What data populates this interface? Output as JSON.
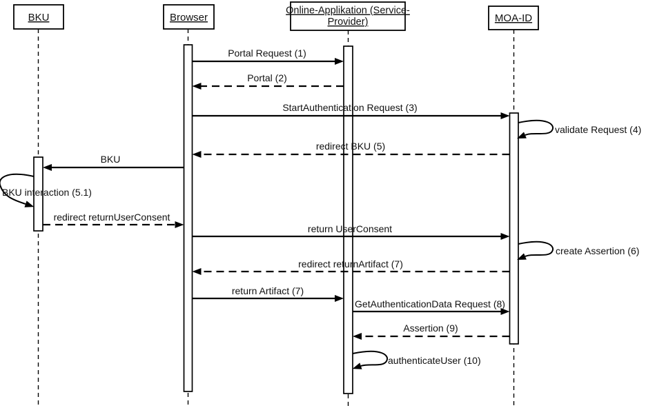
{
  "diagram": {
    "type": "UML sequence diagram",
    "actors": {
      "bku": {
        "name": "BKU"
      },
      "browser": {
        "name": "Browser"
      },
      "online_app": {
        "name": "Online-Applikation (Service-Provider)",
        "name_line1": "Online-Applikation (Service-",
        "name_line2": "Provider)"
      },
      "moa_id": {
        "name": "MOA-ID"
      }
    },
    "messages": {
      "m1": {
        "label": "Portal Request (1)",
        "from": "Browser",
        "to": "Online-Applikation (Service-Provider)",
        "line": "solid"
      },
      "m2": {
        "label": "Portal (2)",
        "from": "Online-Applikation (Service-Provider)",
        "to": "Browser",
        "line": "dashed"
      },
      "m3": {
        "label": "StartAuthentication Request (3)",
        "from": "Browser",
        "to": "MOA-ID",
        "line": "solid"
      },
      "m4": {
        "label": "validate Request (4)",
        "from": "MOA-ID",
        "to": "MOA-ID",
        "line": "self-loop"
      },
      "m5": {
        "label": "redirect BKU (5)",
        "from": "MOA-ID",
        "to": "Browser",
        "line": "dashed"
      },
      "m6": {
        "label": "BKU",
        "from": "Browser",
        "to": "BKU",
        "line": "solid"
      },
      "m7": {
        "label": "BKU interaction (5.1)",
        "from": "BKU",
        "to": "BKU",
        "line": "self-loop"
      },
      "m8": {
        "label": "redirect returnUserConsent",
        "from": "BKU",
        "to": "Browser",
        "line": "dashed"
      },
      "m9": {
        "label": "return UserConsent",
        "from": "Browser",
        "to": "MOA-ID",
        "line": "solid"
      },
      "m10": {
        "label": "create Assertion (6)",
        "from": "MOA-ID",
        "to": "MOA-ID",
        "line": "self-loop"
      },
      "m11": {
        "label": "redirect returnArtifact (7)",
        "from": "MOA-ID",
        "to": "Browser",
        "line": "dashed"
      },
      "m12": {
        "label": "return Artifact (7)",
        "from": "Browser",
        "to": "Online-Applikation (Service-Provider)",
        "line": "solid"
      },
      "m13": {
        "label": "GetAuthenticationData Request (8)",
        "from": "Online-Applikation (Service-Provider)",
        "to": "MOA-ID",
        "line": "solid"
      },
      "m14": {
        "label": "Assertion (9)",
        "from": "MOA-ID",
        "to": "Online-Applikation (Service-Provider)",
        "line": "dashed"
      },
      "m15": {
        "label": "authenticateUser (10)",
        "from": "Online-Applikation (Service-Provider)",
        "to": "Online-Applikation (Service-Provider)",
        "line": "self-loop"
      }
    },
    "colors": {
      "line": "#000000",
      "background": "#ffffff",
      "text": "#111111"
    }
  }
}
